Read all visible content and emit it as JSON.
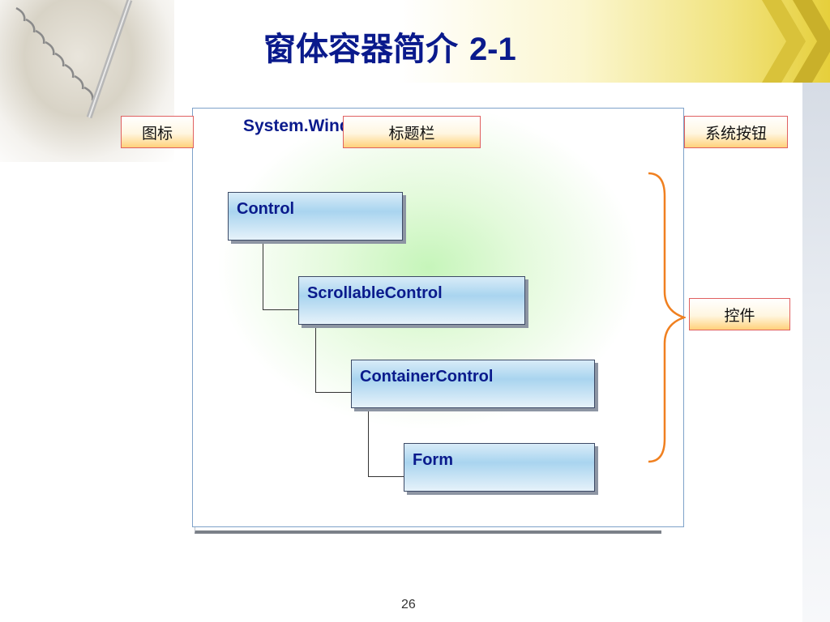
{
  "slide": {
    "title_cn": "窗体容器简介",
    "title_num": "2-1",
    "namespace_label": "System.Windows.Forms",
    "page_number": "26"
  },
  "callouts": {
    "icon": "图标",
    "titlebar": "标题栏",
    "system_buttons": "系统按钮",
    "controls": "控件"
  },
  "hierarchy": [
    {
      "name": "Control"
    },
    {
      "name": "ScrollableControl"
    },
    {
      "name": "ContainerControl"
    },
    {
      "name": "Form"
    }
  ],
  "colors": {
    "title": "#0a1a8c",
    "brace": "#f08020",
    "callout_border": "#e06060",
    "node_fill": "#a9d4ef"
  }
}
